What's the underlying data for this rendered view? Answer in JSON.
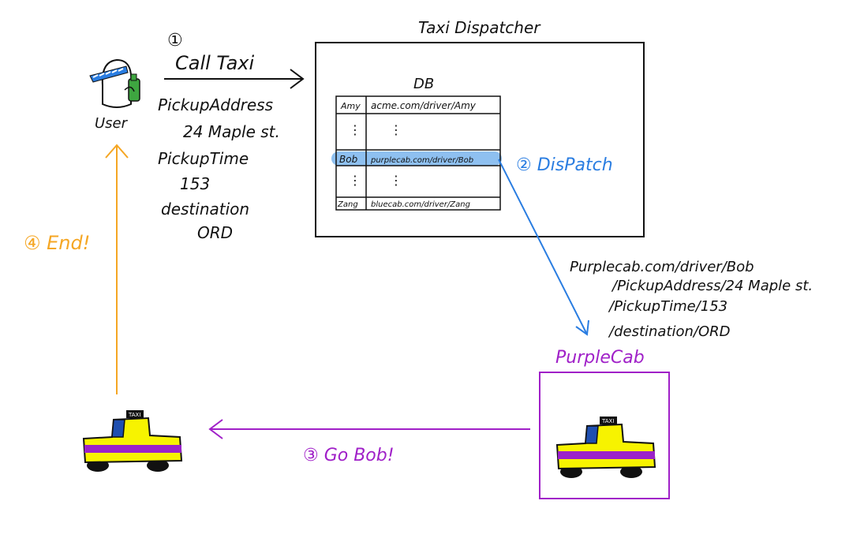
{
  "colors": {
    "ink": "#111111",
    "orange": "#f5a623",
    "blue": "#2a7de1",
    "purple": "#a020c8",
    "highlight": "#8ec0f0",
    "taxi_yellow": "#f7f300",
    "taxi_blue": "#1f4fb0",
    "taxi_stripe": "#9b22c9"
  },
  "icons": [
    "user-icon",
    "taxi-icon"
  ],
  "user": {
    "label": "User"
  },
  "call": {
    "step": "①",
    "label": "Call Taxi",
    "fields": [
      {
        "key": "PickupAddress",
        "value": "24 Maple st."
      },
      {
        "key": "PickupTime",
        "value": "153"
      },
      {
        "key": "destination",
        "value": "ORD"
      }
    ]
  },
  "dispatcher": {
    "title": "Taxi Dispatcher",
    "db_label": "DB",
    "rows": [
      {
        "name": "Amy",
        "url": "acme.com/driver/Amy"
      },
      {
        "name": "⋮",
        "url": "⋮"
      },
      {
        "name": "Bob",
        "url": "purplecab.com/driver/Bob"
      },
      {
        "name": "⋮",
        "url": "⋮"
      },
      {
        "name": "Zang",
        "url": "bluecab.com/driver/Zang"
      }
    ]
  },
  "dispatch": {
    "label": "② DisPatch"
  },
  "request_url": {
    "lines": [
      "Purplecab.com/driver/Bob",
      "/PickupAddress/24 Maple st.",
      "/PickupTime/153",
      "/destination/ORD"
    ]
  },
  "purplecab": {
    "label": "PurpleCab",
    "taxi_sign": "TAXI"
  },
  "go": {
    "label": "③ Go Bob!"
  },
  "end": {
    "label": "④ End!"
  },
  "user_taxi": {
    "taxi_sign": "TAXI"
  }
}
